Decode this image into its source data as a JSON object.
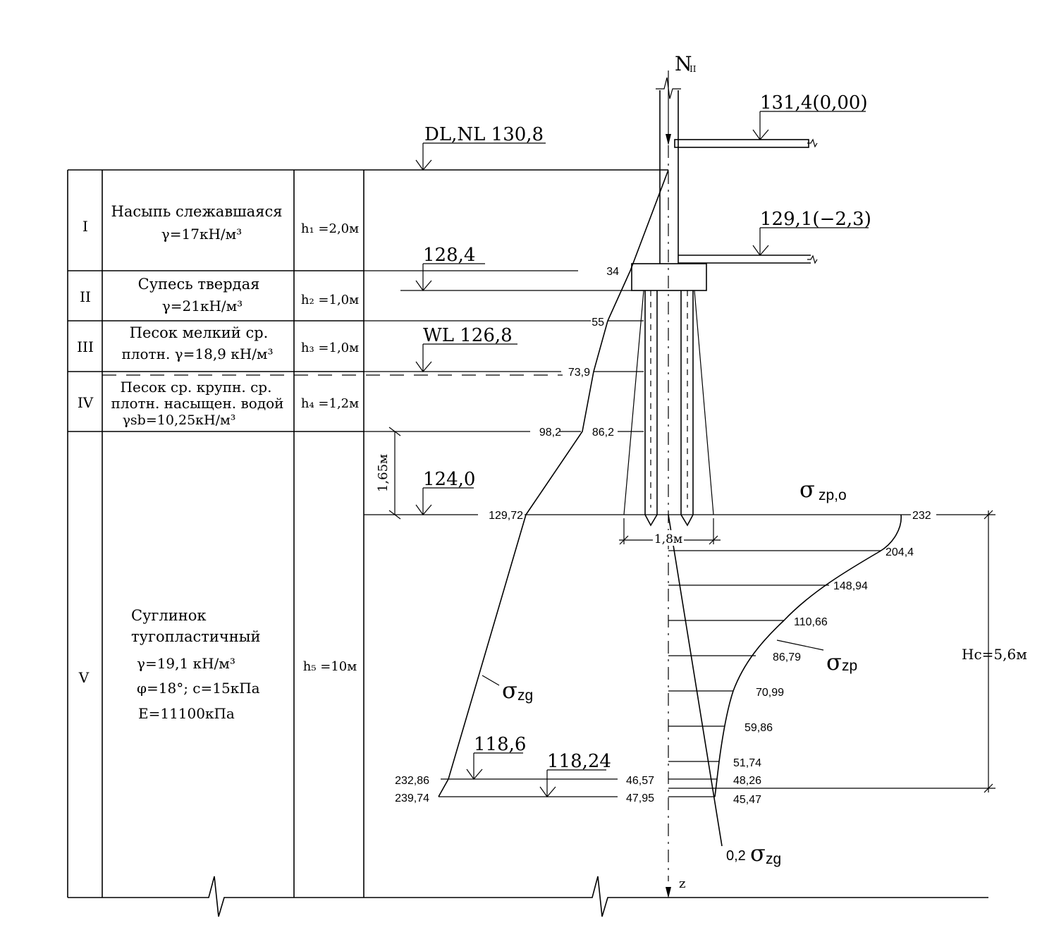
{
  "load_label": "N",
  "load_sub": "II",
  "axis_label": "z",
  "elevations": {
    "top_floor": "131,4(0,00)",
    "ground": "DL,NL 130,8",
    "basement": "129,1(−2,3)",
    "cap_base": "128,4",
    "water": "WL 126,8",
    "pile_tip": "124,0",
    "compressible_bottom_1": "118,6",
    "compressible_bottom_2": "118,24"
  },
  "layers": [
    {
      "num": "I",
      "lines": [
        "Насыпь слежавшаяся",
        "γ=17кН/м³"
      ],
      "thickness": "h₁ =2,0м"
    },
    {
      "num": "II",
      "lines": [
        "Супесь твердая",
        "γ=21кН/м³"
      ],
      "thickness": "h₂ =1,0м"
    },
    {
      "num": "III",
      "lines": [
        "Песок мелкий ср.",
        "плотн. γ=18,9 кН/м³"
      ],
      "thickness": "h₃ =1,0м"
    },
    {
      "num": "IV",
      "lines": [
        "Песок ср. крупн. ср.",
        "плотн. насыщен. водой",
        "γsb=10,25кН/м³"
      ],
      "thickness": "h₄ =1,2м"
    },
    {
      "num": "V",
      "lines": [
        "Суглинок",
        "тугопластичный",
        "γ=19,1 кН/м³",
        "φ=18°; c=15кПа",
        "E=11100кПа"
      ],
      "thickness": "h₅ =10м"
    }
  ],
  "sigma_zg_values": [
    "34",
    "55",
    "73,9",
    "86,2",
    "98,2",
    "129,72",
    "232,86",
    "239,74"
  ],
  "sigma_zp_values": [
    "232",
    "204,4",
    "148,94",
    "110,66",
    "86,79",
    "70,99",
    "59,86",
    "51,74",
    "48,26",
    "45,47"
  ],
  "ratio_values": [
    "46,57",
    "47,95"
  ],
  "dimensions": {
    "pile_length_below": "1,65м",
    "width": "1,8м",
    "compressible_depth": "Hc=5,6м"
  },
  "curve_labels": {
    "sigma": "σ",
    "zp0": "zp,o",
    "zp": "zp",
    "zg": "zg",
    "coef": "0,2"
  }
}
